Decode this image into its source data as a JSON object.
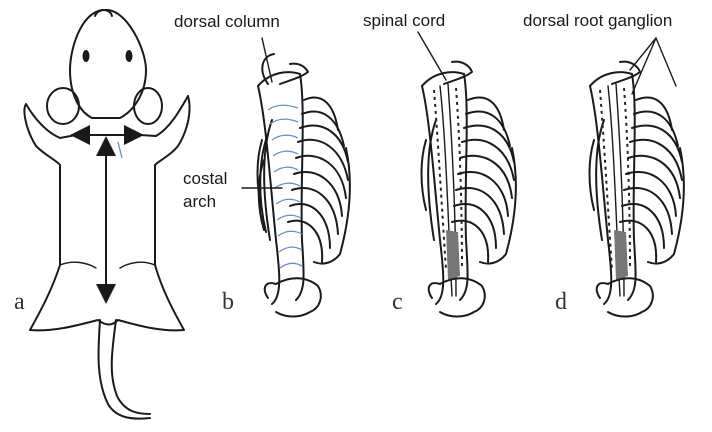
{
  "labels": {
    "dorsal_column": "dorsal column",
    "costal_arch_line1": "costal",
    "costal_arch_line2": "arch",
    "spinal_cord": "spinal cord",
    "dorsal_root_ganglion": "dorsal root ganglion"
  },
  "panels": [
    "a",
    "b",
    "c",
    "d"
  ],
  "colors": {
    "ink": "#1a1a1a",
    "accent": "#6a8fc7",
    "gray": "#777777"
  }
}
